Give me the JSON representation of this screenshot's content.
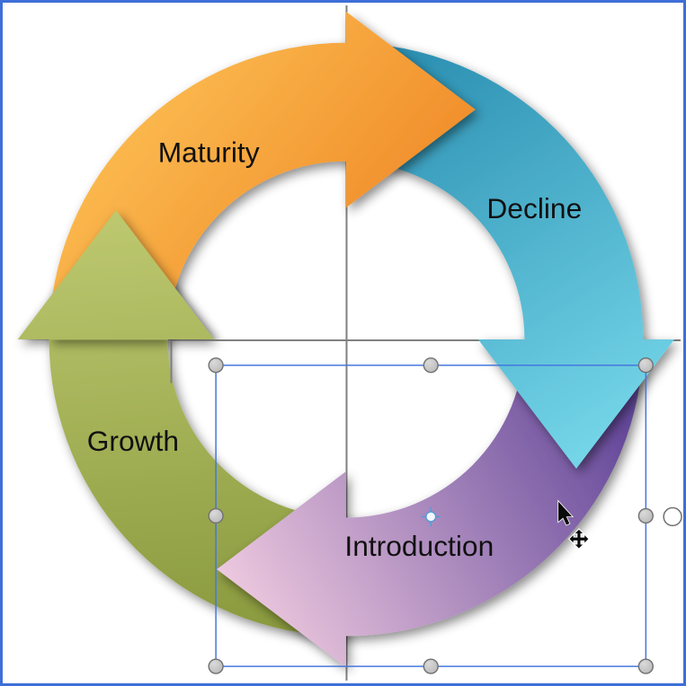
{
  "window": {
    "border_color": "#3E6ED8",
    "background_color": "#FFFFFF"
  },
  "diagram": {
    "kind": "cycle-arrow-diagram",
    "stages": [
      {
        "label": "Maturity",
        "position": "top-left",
        "head_direction": "right",
        "color_light": "#FCBE52",
        "color_dark": "#EE8322"
      },
      {
        "label": "Decline",
        "position": "top-right",
        "head_direction": "down",
        "color_light": "#74D5E8",
        "color_dark": "#2D91B3"
      },
      {
        "label": "Introduction",
        "position": "bottom",
        "head_direction": "left",
        "color_light": "#EEC9DF",
        "color_dark": "#64489A"
      },
      {
        "label": "Growth",
        "position": "left",
        "head_direction": "up",
        "color_light": "#BCC76E",
        "color_dark": "#8A9A3E"
      }
    ],
    "label_text_color": "#111111",
    "guide_line_color": "#808080"
  },
  "selection": {
    "selected_shape": "Introduction arrow",
    "outline_color": "#4577DE",
    "handle_count": 8,
    "handle_fill_color": "#C6C6C6",
    "handle_stroke_color": "#707070",
    "open_side_handle_color": "#707070",
    "center_marker_color": "#5B9BD5"
  },
  "cursor": {
    "style": "black-arrow-pointer-with-move-crosshair"
  }
}
